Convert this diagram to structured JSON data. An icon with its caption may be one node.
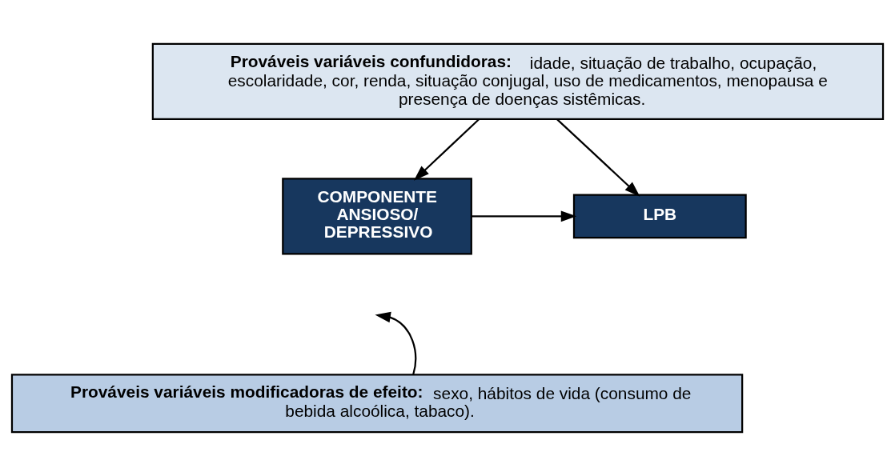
{
  "diagram": {
    "nodes": [
      {
        "text": [
          "**Prováveis variáveis confundidoras:** idade, situação de trabalho, ocupação, escolaridade, cor, renda, situação conjugal, uso de medicamentos, menopausa e presença de doenças sistêmicas."
        ]
      },
      {
        "text": [
          "COMPONENTE ANSIOSO/ DEPRESSIVO"
        ]
      },
      {
        "text": [
          "LPB"
        ]
      },
      {
        "text": [
          "**Prováveis variáveis modificadoras de efeito:** sexo, hábitos de vida (consumo de bebida alcoólica, tabaco)."
        ]
      }
    ],
    "edges": [
      {
        "from": 0,
        "to": 1,
        "arrow": "to"
      },
      {
        "from": 0,
        "to": 2,
        "arrow": "to"
      },
      {
        "from": 1,
        "to": 2,
        "arrow": "to"
      },
      {
        "from": 3,
        "to": null,
        "arrow": "to"
      }
    ]
  }
}
